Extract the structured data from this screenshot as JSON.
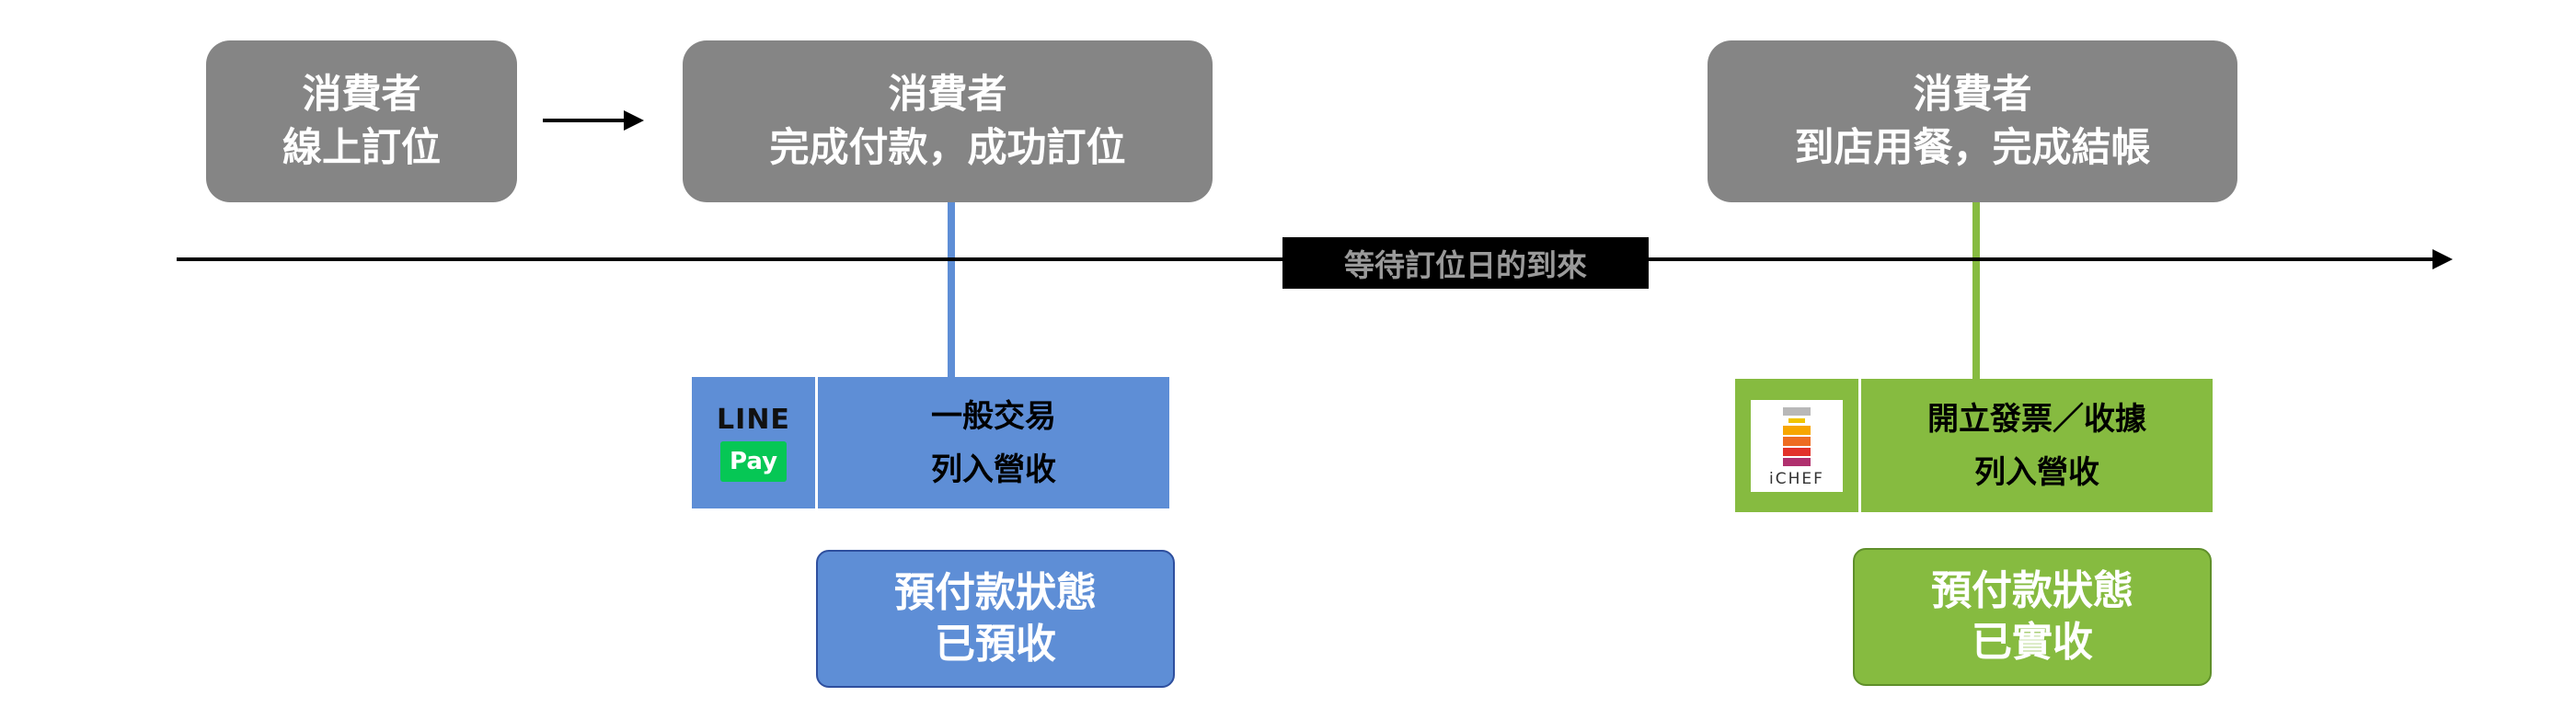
{
  "steps": [
    {
      "line1": "消費者",
      "line2": "線上訂位"
    },
    {
      "line1": "消費者",
      "line2": "完成付款，成功訂位"
    },
    {
      "line1": "消費者",
      "line2": "到店用餐，完成結帳"
    }
  ],
  "timeline": {
    "wait_label": "等待訂位日的到來"
  },
  "linepay": {
    "logo_line": "LINE",
    "logo_pay": "Pay",
    "info_line1": "一般交易",
    "info_line2": "列入營收",
    "status_line1": "預付款狀態",
    "status_line2": "已預收"
  },
  "ichef": {
    "logo_text": "iCHEF",
    "info_line1": "開立發票／收據",
    "info_line2": "列入營收",
    "status_line1": "預付款狀態",
    "status_line2": "已實收"
  },
  "colors": {
    "gray_box": "#858585",
    "linepay_blue": "#5e8ed6",
    "ichef_green": "#86bb40",
    "line_green": "#06c755"
  }
}
